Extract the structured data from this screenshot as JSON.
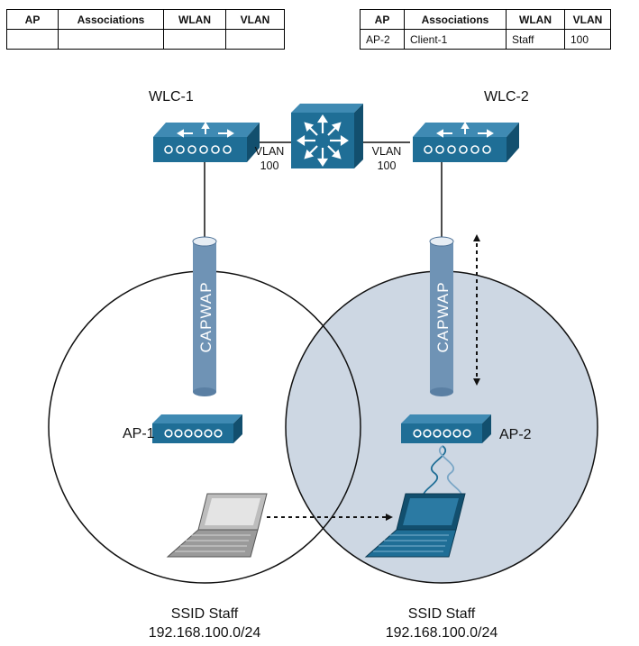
{
  "table_left": {
    "headers": [
      "AP",
      "Associations",
      "WLAN",
      "VLAN"
    ],
    "rows": [
      [
        "",
        "",
        "",
        ""
      ]
    ]
  },
  "table_right": {
    "headers": [
      "AP",
      "Associations",
      "WLAN",
      "VLAN"
    ],
    "rows": [
      [
        "AP-2",
        "Client-1",
        "Staff",
        "100"
      ]
    ]
  },
  "controllers": {
    "left_name": "WLC-1",
    "right_name": "WLC-2",
    "left_vlan_line1": "VLAN",
    "left_vlan_line2": "100",
    "right_vlan_line1": "VLAN",
    "right_vlan_line2": "100"
  },
  "tunnels": {
    "left_label": "CAPWAP",
    "right_label": "CAPWAP"
  },
  "access_points": {
    "left_name": "AP-1",
    "right_name": "AP-2"
  },
  "cells": {
    "left_ssid": "SSID Staff",
    "left_subnet": "192.168.100.0/24",
    "right_ssid": "SSID Staff",
    "right_subnet": "192.168.100.0/24"
  },
  "colors": {
    "device_blue": "#1f6e96",
    "tunnel_blue": "#6f93b5",
    "cell_fill": "#cdd7e3",
    "laptop_gray": "#9a9a9a"
  }
}
